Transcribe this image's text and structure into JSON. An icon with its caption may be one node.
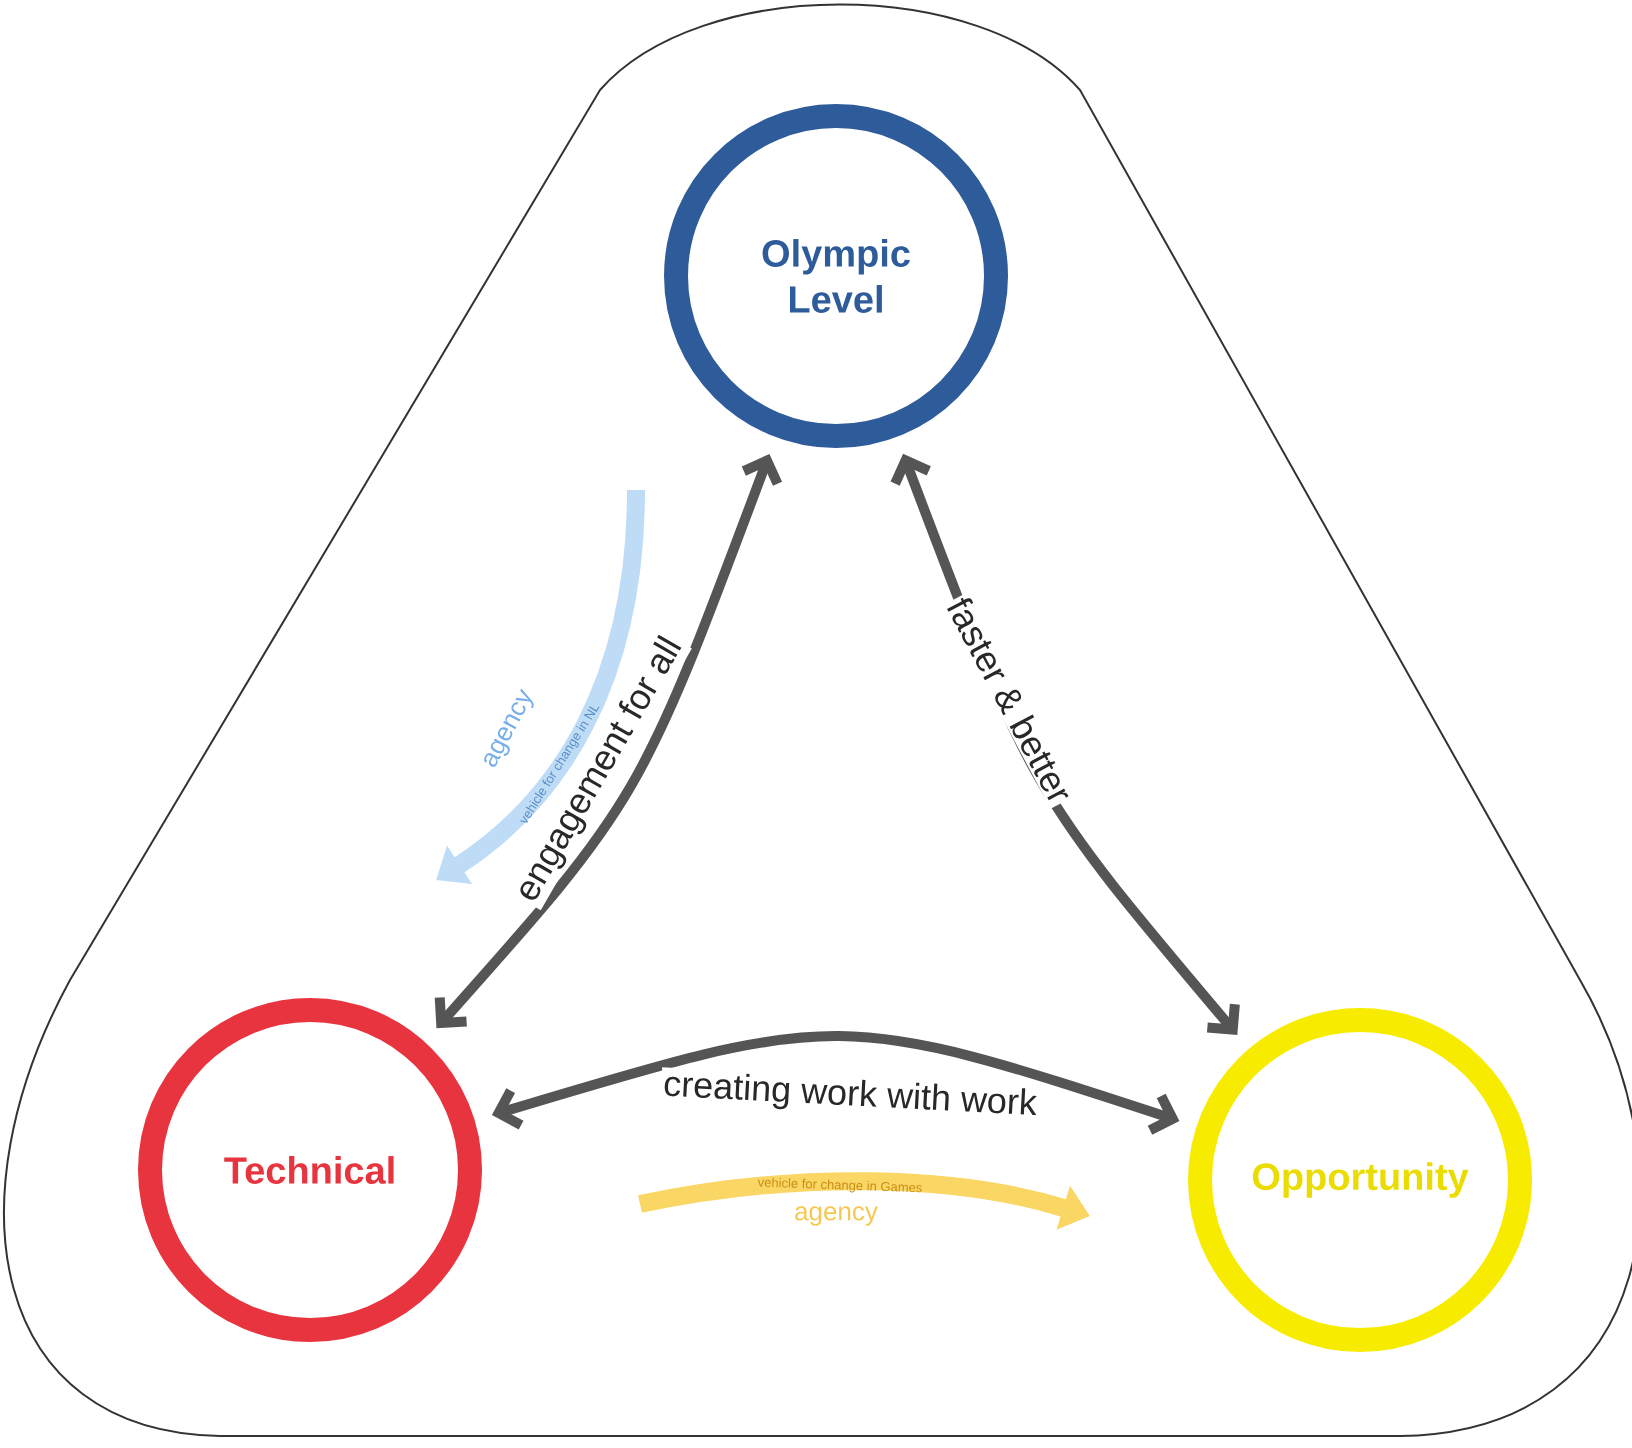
{
  "diagram": {
    "nodes": [
      {
        "text": [
          "Olympic Level"
        ]
      },
      {
        "text": [
          "Technical"
        ]
      },
      {
        "text": [
          "Opportunity"
        ]
      }
    ],
    "edges": [
      {
        "from": 0,
        "to": 1,
        "arrow": "both",
        "label": "engagement for all"
      },
      {
        "from": 0,
        "to": 2,
        "arrow": "both",
        "label": "faster & better"
      },
      {
        "from": 1,
        "to": 2,
        "arrow": "both",
        "label": "creating work with work"
      }
    ],
    "labels": [
      "agency",
      "vehicle for change in NL",
      "vehicle for change in Games",
      "agency"
    ]
  }
}
